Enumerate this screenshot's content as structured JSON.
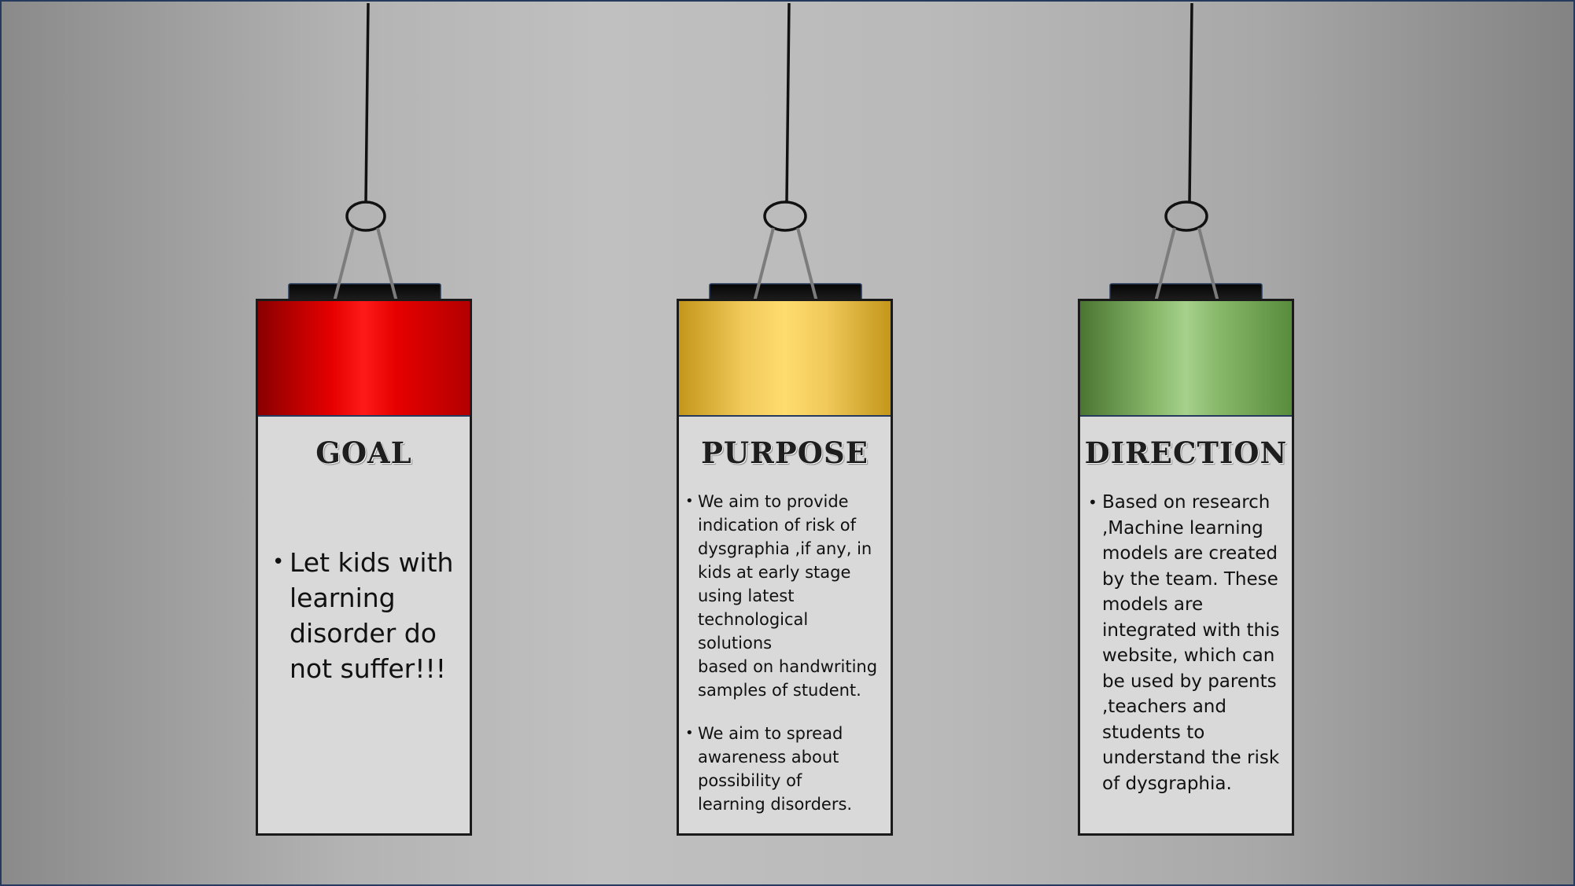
{
  "cards": [
    {
      "id": "goal",
      "title": "GOAL",
      "accent": "#e60000",
      "bullets": [
        "Let kids with\nlearning\ndisorder do\nnot suffer!!!"
      ]
    },
    {
      "id": "purpose",
      "title": "PURPOSE",
      "accent": "#ffdc6e",
      "bullets": [
        "We aim to provide\nindication of risk of\ndysgraphia ,if any, in\nkids at early stage\nusing latest\ntechnological\nsolutions\nbased on handwriting\nsamples of student.",
        "We aim to spread\nawareness about\npossibility of\nlearning disorders."
      ]
    },
    {
      "id": "direction",
      "title": "DIRECTION",
      "accent": "#a6d18c",
      "bullets": [
        "Based on research\n,Machine learning\nmodels are created\nby the team. These\nmodels are\nintegrated with this\nwebsite, which can\nbe used by parents\n,teachers and\nstudents to\nunderstand the risk\nof dysgraphia."
      ]
    }
  ]
}
